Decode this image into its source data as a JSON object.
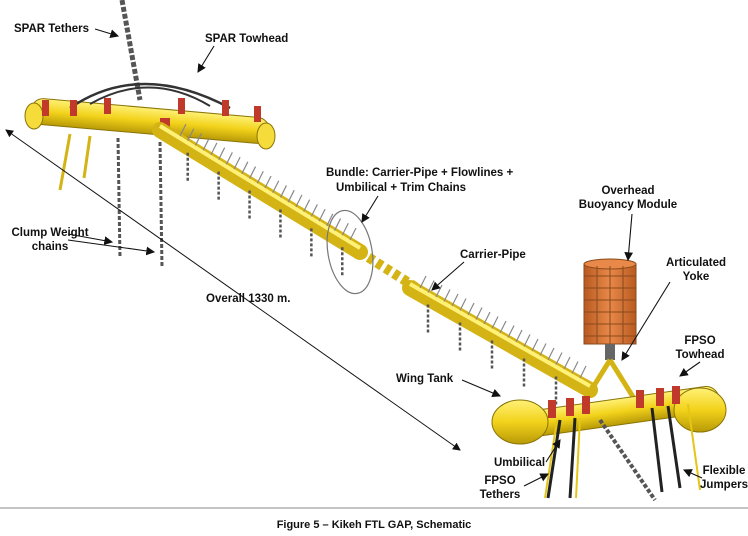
{
  "labels": {
    "spar_tethers": "SPAR Tethers",
    "spar_towhead": "SPAR Towhead",
    "bundle_line1": "Bundle: Carrier-Pipe + Flowlines +",
    "bundle_line2": "Umbilical + Trim Chains",
    "overhead_line1": "Overhead",
    "overhead_line2": "Buoyancy Module",
    "articulated_line1": "Articulated",
    "articulated_line2": "Yoke",
    "clump_line1": "Clump Weight",
    "clump_line2": "chains",
    "carrier_pipe": "Carrier-Pipe",
    "overall": "Overall 1330 m.",
    "fpso_towhead_line1": "FPSO",
    "fpso_towhead_line2": "Towhead",
    "wing_tank": "Wing Tank",
    "umbilical": "Umbilical",
    "fpso_tethers_line1": "FPSO",
    "fpso_tethers_line2": "Tethers",
    "flexible_line1": "Flexible",
    "flexible_line2": "Jumpers"
  },
  "caption": "Figure 5 – Kikeh FTL GAP, Schematic",
  "colors": {
    "pipe_yellow": "#f2d21a",
    "pipe_shadow": "#b89a08",
    "valve_red": "#c0392b",
    "buoyancy_orange": "#d9772f",
    "chain_grey": "#5a5a5a"
  }
}
